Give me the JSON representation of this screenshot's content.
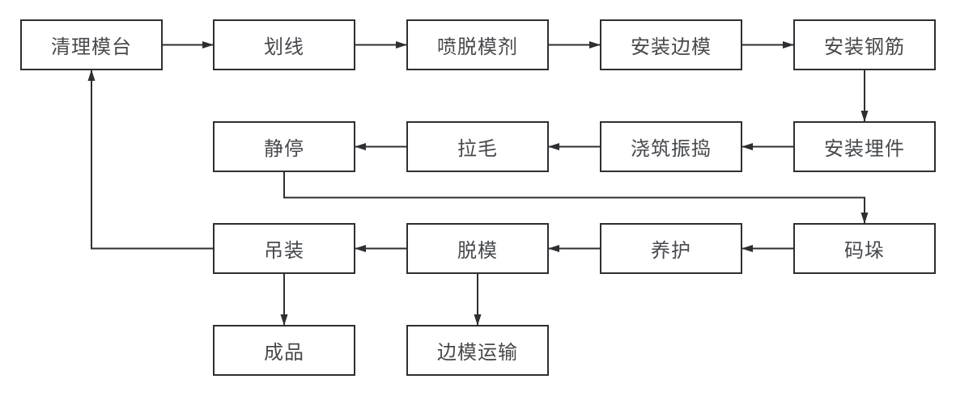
{
  "diagram": {
    "type": "flowchart",
    "background_color": "#ffffff",
    "stroke_color": "#2c2f33",
    "text_color": "#46494d",
    "nodes": [
      {
        "id": "clean-mold-platform",
        "label": "清理模台"
      },
      {
        "id": "line-marking",
        "label": "划线"
      },
      {
        "id": "spray-release-agent",
        "label": "喷脱模剂"
      },
      {
        "id": "install-side-molds",
        "label": "安装边模"
      },
      {
        "id": "install-rebar",
        "label": "安装钢筋"
      },
      {
        "id": "resting",
        "label": "静停"
      },
      {
        "id": "roughening",
        "label": "拉毛"
      },
      {
        "id": "pour-and-vibrate",
        "label": "浇筑振捣"
      },
      {
        "id": "install-embedded-parts",
        "label": "安装埋件"
      },
      {
        "id": "hoisting",
        "label": "吊装"
      },
      {
        "id": "demolding",
        "label": "脱模"
      },
      {
        "id": "curing",
        "label": "养护"
      },
      {
        "id": "stacking",
        "label": "码垛"
      },
      {
        "id": "finished-product",
        "label": "成品"
      },
      {
        "id": "side-mold-transport",
        "label": "边模运输"
      }
    ],
    "edges": [
      {
        "from": "clean-mold-platform",
        "to": "line-marking",
        "fromSide": "right",
        "toSide": "left"
      },
      {
        "from": "line-marking",
        "to": "spray-release-agent",
        "fromSide": "right",
        "toSide": "left"
      },
      {
        "from": "spray-release-agent",
        "to": "install-side-molds",
        "fromSide": "right",
        "toSide": "left"
      },
      {
        "from": "install-side-molds",
        "to": "install-rebar",
        "fromSide": "right",
        "toSide": "left"
      },
      {
        "from": "install-rebar",
        "to": "install-embedded-parts",
        "fromSide": "bottom",
        "toSide": "top"
      },
      {
        "from": "install-embedded-parts",
        "to": "pour-and-vibrate",
        "fromSide": "left",
        "toSide": "right"
      },
      {
        "from": "pour-and-vibrate",
        "to": "roughening",
        "fromSide": "left",
        "toSide": "right"
      },
      {
        "from": "roughening",
        "to": "resting",
        "fromSide": "left",
        "toSide": "right"
      },
      {
        "from": "resting",
        "to": "stacking",
        "fromSide": "bottom",
        "toSide": "top"
      },
      {
        "from": "stacking",
        "to": "curing",
        "fromSide": "left",
        "toSide": "right"
      },
      {
        "from": "curing",
        "to": "demolding",
        "fromSide": "left",
        "toSide": "right"
      },
      {
        "from": "demolding",
        "to": "hoisting",
        "fromSide": "left",
        "toSide": "right"
      },
      {
        "from": "hoisting",
        "to": "clean-mold-platform",
        "fromSide": "left",
        "toSide": "bottom"
      },
      {
        "from": "hoisting",
        "to": "finished-product",
        "fromSide": "bottom",
        "toSide": "top"
      },
      {
        "from": "demolding",
        "to": "side-mold-transport",
        "fromSide": "bottom",
        "toSide": "top"
      }
    ]
  }
}
